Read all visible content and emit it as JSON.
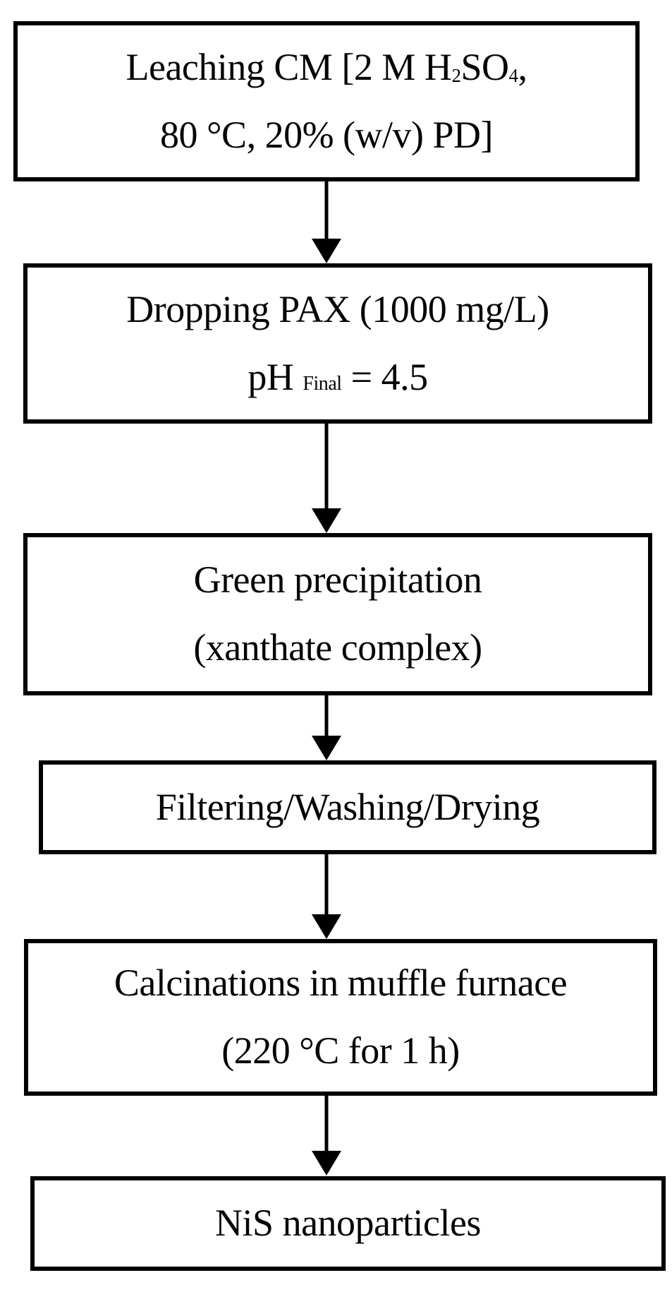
{
  "figure": {
    "type": "flowchart",
    "background_color": "#ffffff",
    "line_color": "#000000",
    "boxes": [
      {
        "id": "leaching",
        "lines": [
          [
            {
              "text": "Leaching CM [2 M H"
            },
            {
              "text": "2",
              "style": "sub"
            },
            {
              "text": "SO"
            },
            {
              "text": "4",
              "style": "sub"
            },
            {
              "text": ","
            }
          ],
          [
            {
              "text": "80 °C, 20% (w/v) PD]"
            }
          ]
        ]
      },
      {
        "id": "dropping-pax",
        "lines": [
          [
            {
              "text": "Dropping PAX (1000 mg/L)"
            }
          ],
          [
            {
              "text": "pH "
            },
            {
              "text": "Final",
              "style": "small"
            },
            {
              "text": " = 4.5"
            }
          ]
        ]
      },
      {
        "id": "green-precipitation",
        "lines": [
          [
            {
              "text": "Green precipitation"
            }
          ],
          [
            {
              "text": "(xanthate complex)"
            }
          ]
        ]
      },
      {
        "id": "filtering-washing-drying",
        "lines": [
          [
            {
              "text": "Filtering/Washing/Drying"
            }
          ]
        ]
      },
      {
        "id": "calcination",
        "lines": [
          [
            {
              "text": "Calcinations in muffle furnace"
            }
          ],
          [
            {
              "text": "(220 °C for 1 h)"
            }
          ]
        ]
      },
      {
        "id": "nis-nanoparticles",
        "lines": [
          [
            {
              "text": "NiS nanoparticles"
            }
          ]
        ]
      }
    ],
    "connector_count": 5
  }
}
